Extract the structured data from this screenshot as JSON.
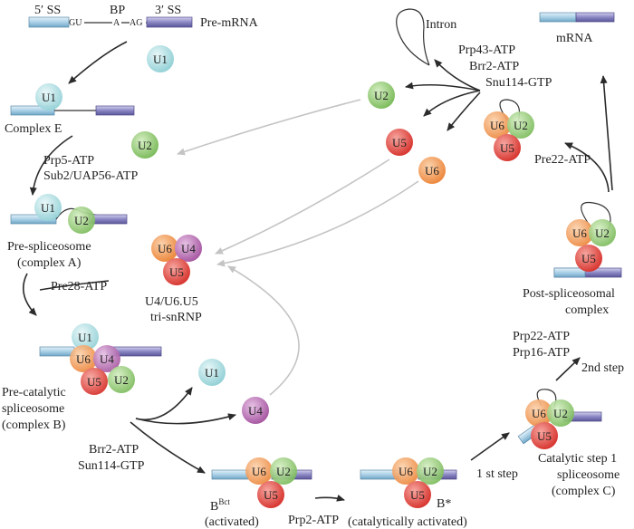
{
  "title_labels": {
    "ss5": "5′ SS",
    "bp": "BP",
    "ss3": "3′ SS",
    "gu": "GU",
    "a_seq": "A",
    "ag": "AG",
    "pre_mrna": "Pre-mRNA",
    "intron": "Intron",
    "mrna": "mRNA"
  },
  "complexes": {
    "complex_e": "Complex E",
    "pre_spliceosome_1": "Pre-spliceosome",
    "pre_spliceosome_2": "(complex A)",
    "tri_snrnp_1": "U4/U6.U5",
    "tri_snrnp_2": "tri-snRNP",
    "pre_catalytic_1": "Pre-catalytic",
    "pre_catalytic_2": "spliceosome",
    "pre_catalytic_3": "(complex B)",
    "bact_main": "B",
    "bact_sup": "Bct",
    "bact_sub": "(activated)",
    "bstar_main": "B*",
    "bstar_sub": "(catalytically activated)",
    "catalytic_1": "Catalytic step 1",
    "catalytic_2": "spliceosome",
    "catalytic_3": "(complex C)",
    "post_1": "Post-spliceosomal",
    "post_2": "complex"
  },
  "factors": {
    "prp5": "Prp5-ATP",
    "sub2": "Sub2/UAP56-ATP",
    "pre28": "Pre28-ATP",
    "brr2_b": "Brr2-ATP",
    "sun114": "Sun114-GTP",
    "prp2": "Prp2-ATP",
    "first_step": "1 st step",
    "prp22_c": "Prp22-ATP",
    "prp16": "Prp16-ATP",
    "second_step": "2nd step",
    "pre22": "Pre22-ATP",
    "prp43": "Prp43-ATP",
    "brr2_top": "Brr2-ATP",
    "snu114": "Snu114-GTP"
  },
  "snrnp_names": {
    "u1": "U1",
    "u2": "U2",
    "u4": "U4",
    "u5": "U5",
    "u6": "U6"
  },
  "colors": {
    "u1": "#9fd8dc",
    "u2": "#8cc96f",
    "u4": "#b76ab4",
    "u5": "#e2453f",
    "u6": "#f29a56",
    "exon5": "#aad0e6",
    "exon3": "#8b87c4",
    "arrow": "#2b2b2b",
    "arrow_light": "#c4c4c4"
  }
}
